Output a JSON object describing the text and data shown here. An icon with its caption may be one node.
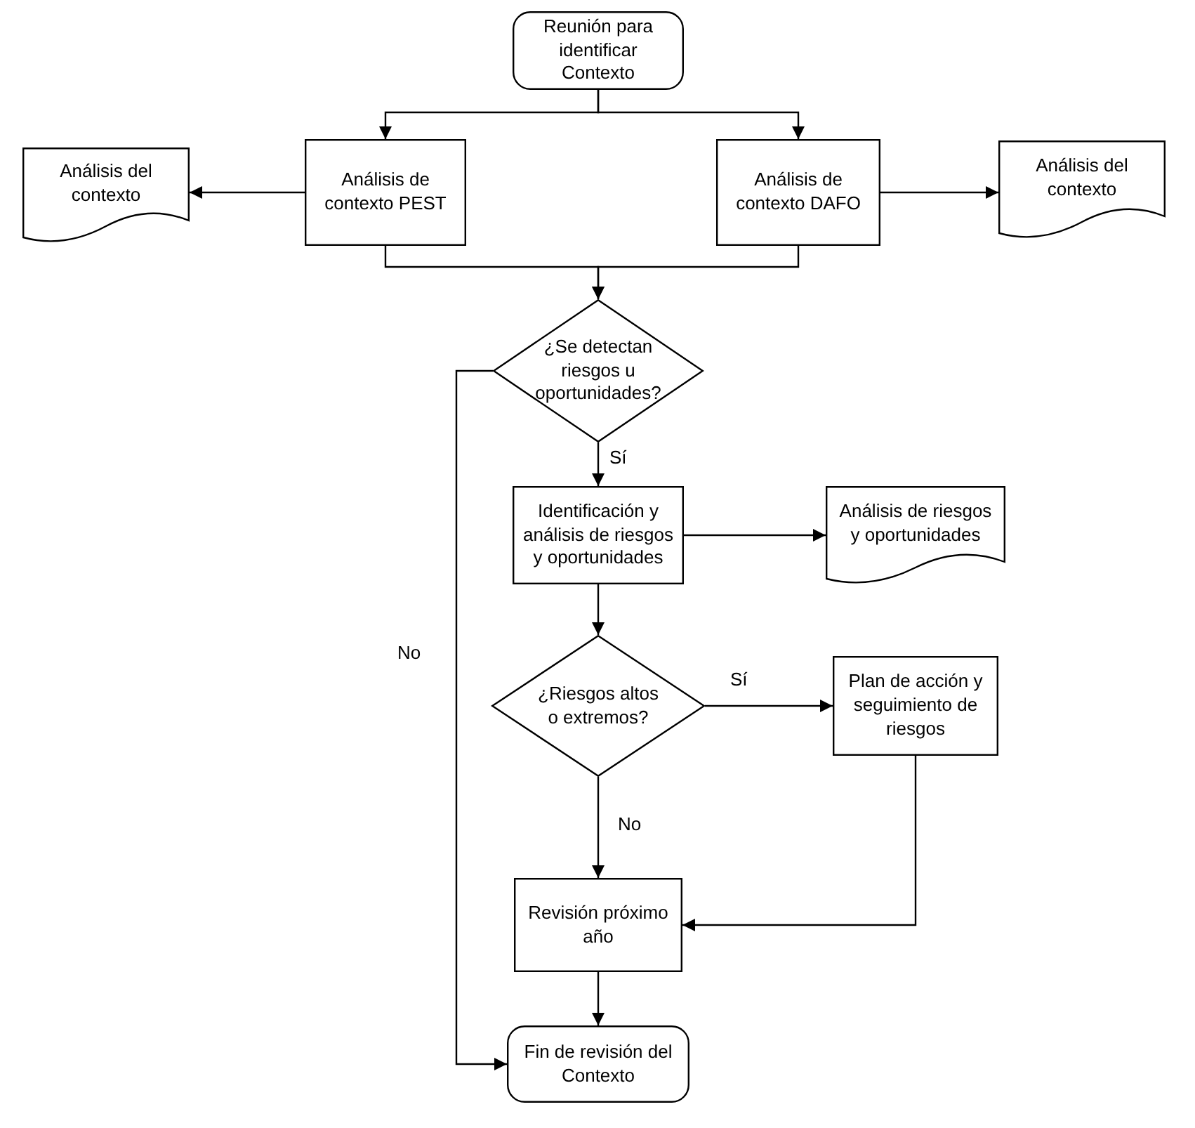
{
  "diagram": {
    "nodes": [
      {
        "text": [
          "Reunión para identificar Contexto"
        ]
      },
      {
        "text": [
          "Análisis del contexto"
        ]
      },
      {
        "text": [
          "Análisis de contexto PEST"
        ]
      },
      {
        "text": [
          "Análisis de contexto DAFO"
        ]
      },
      {
        "text": [
          "Análisis del contexto"
        ]
      },
      {
        "text": [
          "¿Se detectan riesgos u oportunidades?"
        ]
      },
      {
        "text": [
          "Identificación y análisis de riesgos y oportunidades"
        ]
      },
      {
        "text": [
          "Análisis de riesgos y oportunidades"
        ]
      },
      {
        "text": [
          "¿Riesgos altos o extremos?"
        ]
      },
      {
        "text": [
          "Plan de acción y seguimiento de riesgos"
        ]
      },
      {
        "text": [
          "Revisión próximo año"
        ]
      },
      {
        "text": [
          "Fin de revisión del Contexto"
        ]
      }
    ],
    "edges": [
      {
        "from": 0,
        "to": 2,
        "arrow": "to"
      },
      {
        "from": 0,
        "to": 3,
        "arrow": "to"
      },
      {
        "from": 2,
        "to": 1,
        "arrow": "to"
      },
      {
        "from": 3,
        "to": 4,
        "arrow": "to"
      },
      {
        "from": 2,
        "to": 5,
        "arrow": "to"
      },
      {
        "from": 3,
        "to": 5,
        "arrow": "to"
      },
      {
        "from": 5,
        "to": 6,
        "arrow": "to",
        "label": "Sí"
      },
      {
        "from": 6,
        "to": 7,
        "arrow": "to"
      },
      {
        "from": 6,
        "to": 8,
        "arrow": "to"
      },
      {
        "from": 8,
        "to": 9,
        "arrow": "to",
        "label": "Sí"
      },
      {
        "from": 8,
        "to": 10,
        "arrow": "to",
        "label": "No"
      },
      {
        "from": 9,
        "to": 10,
        "arrow": "to"
      },
      {
        "from": 10,
        "to": 11,
        "arrow": "to"
      },
      {
        "from": 5,
        "to": 11,
        "arrow": "to",
        "label": "No"
      }
    ]
  }
}
